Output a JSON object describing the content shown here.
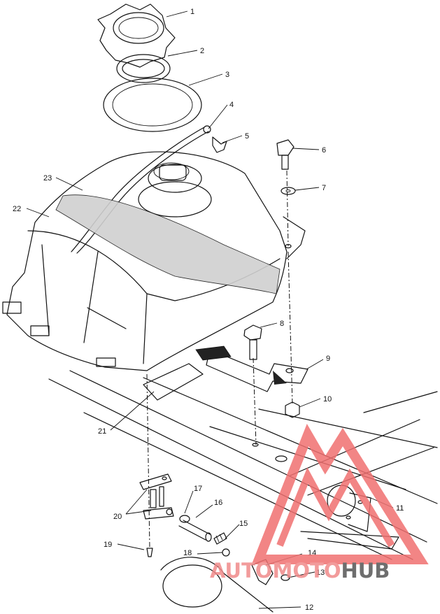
{
  "callouts": [
    {
      "id": "1",
      "text": "1"
    },
    {
      "id": "2",
      "text": "2"
    },
    {
      "id": "3",
      "text": "3"
    },
    {
      "id": "4",
      "text": "4"
    },
    {
      "id": "5",
      "text": "5"
    },
    {
      "id": "6",
      "text": "6"
    },
    {
      "id": "7",
      "text": "7"
    },
    {
      "id": "8",
      "text": "8"
    },
    {
      "id": "9",
      "text": "9"
    },
    {
      "id": "10",
      "text": "10"
    },
    {
      "id": "11",
      "text": "11"
    },
    {
      "id": "12",
      "text": "12"
    },
    {
      "id": "13",
      "text": "13"
    },
    {
      "id": "14",
      "text": "14"
    },
    {
      "id": "15",
      "text": "15"
    },
    {
      "id": "16",
      "text": "16"
    },
    {
      "id": "17",
      "text": "17"
    },
    {
      "id": "18",
      "text": "18"
    },
    {
      "id": "19",
      "text": "19"
    },
    {
      "id": "20",
      "text": "20"
    },
    {
      "id": "21",
      "text": "21"
    },
    {
      "id": "22",
      "text": "22"
    },
    {
      "id": "23",
      "text": "23"
    }
  ],
  "watermark": {
    "part1": "AUTOMOTO",
    "part2": "HUB",
    "color1": "#f08a8a",
    "color2": "#555555",
    "logo_color": "#f07070"
  }
}
